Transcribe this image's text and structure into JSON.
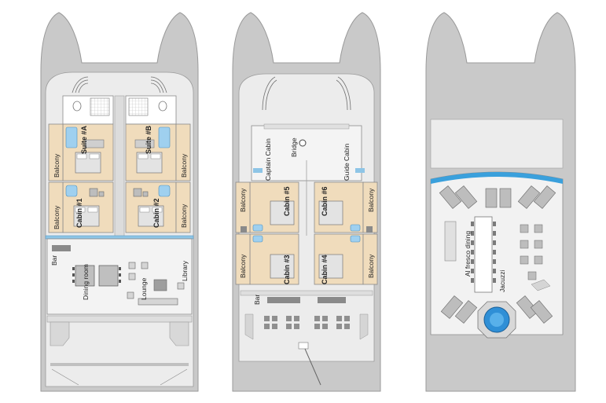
{
  "colors": {
    "hull": "#c9c9c9",
    "deck": "#e6e6e6",
    "deck_inner": "#f1f1f1",
    "cabin": "#f0dcbc",
    "outline": "#8a8a8a",
    "dark": "#5a5a5a",
    "glass": "#8ec5e6",
    "pool": "#2f8fd6",
    "text": "#222222"
  },
  "icons": [
    "toilet-icon",
    "shower-icon",
    "bed-icon",
    "sofa-icon",
    "table-chairs-icon",
    "lounger-icon",
    "helm-icon",
    "stairs-icon",
    "jacuzzi-icon"
  ],
  "decks": {
    "lower": {
      "rooms": {
        "suite_a": "Suite #A",
        "suite_b": "Suite #B",
        "cabin_1": "Cabin #1",
        "cabin_2": "Cabin #2"
      },
      "balconies": [
        "Balcony",
        "Balcony",
        "Balcony",
        "Balcony"
      ],
      "areas": {
        "bar": "Bar",
        "dining_room": "Dining room",
        "lounge": "Lounge",
        "library": "Library"
      }
    },
    "main": {
      "rooms": {
        "cabin_3": "Cabin #3",
        "cabin_4": "Cabin #4",
        "cabin_5": "Cabin #5",
        "cabin_6": "Cabin #6",
        "captain_cabin": "Captain Cabin",
        "guide_cabin": "Guide Cabin",
        "bridge": "Bridge"
      },
      "balconies": [
        "Balcony",
        "Balcony",
        "Balcony",
        "Balcony"
      ],
      "areas": {
        "bar": "Bar"
      }
    },
    "sun": {
      "areas": {
        "al_fresco": "Al fresco dining",
        "jacuzzi": "Jacuzzi"
      }
    }
  }
}
